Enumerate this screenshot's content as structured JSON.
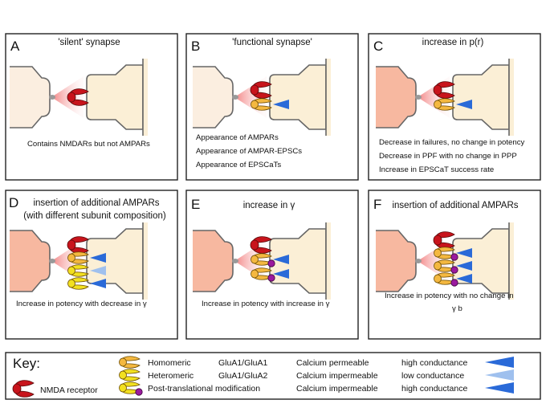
{
  "panels": [
    {
      "letter": "A",
      "title": [
        "'silent' synapse"
      ],
      "notes": [
        "Contains NMDARs but not AMPARs"
      ]
    },
    {
      "letter": "B",
      "title": [
        "'functional synapse'"
      ],
      "notes": [
        "Appearance of AMPARs",
        "Appearance of AMPAR-EPSCs",
        "Appearance of EPSCaTs"
      ]
    },
    {
      "letter": "C",
      "title": [
        "increase in p(r)"
      ],
      "notes": [
        "Decrease in failures, no change in potency",
        "Decrease in PPF with no change in PPP",
        "Increase in EPSCaT success rate"
      ]
    },
    {
      "letter": "D",
      "title": [
        "insertion of additional AMPARs",
        "(with different subunit composition)"
      ],
      "notes": [
        "Increase in potency with decrease in γ"
      ]
    },
    {
      "letter": "E",
      "title": [
        "increase in γ"
      ],
      "notes": [
        "Increase in potency with increase in γ"
      ]
    },
    {
      "letter": "F",
      "title": [
        "insertion of additional AMPARs"
      ],
      "notes": [
        "Increase in potency with no change in",
        "γ b"
      ]
    }
  ],
  "key": {
    "title": "Key:",
    "nmda_label": "NMDA receptor",
    "rows": [
      {
        "type": "Homomeric",
        "subunits": "GluA1/GluA1",
        "calcium": "Calcium permeable",
        "conductance": "high conductance"
      },
      {
        "type": "Heteromeric",
        "subunits": "GluA1/GluA2",
        "calcium": "Calcium impermeable",
        "conductance": "low conductance"
      },
      {
        "type": "Post-translational modification",
        "subunits": "",
        "calcium": "Calcium impermeable",
        "conductance": "high conductance"
      }
    ]
  },
  "colors": {
    "nmda": "#c8141c",
    "ampar_homomeric": "#f4b840",
    "ampar_heteromeric": "#f2e020",
    "ptm_dot": "#9a1a9e",
    "high_conductance": "#2a6ad8",
    "low_conductance": "#9fc0ee",
    "presynaptic_normal": "#fbeee0",
    "presynaptic_enhanced": "#f7b8a0",
    "postsynaptic": "#fbefd6"
  }
}
